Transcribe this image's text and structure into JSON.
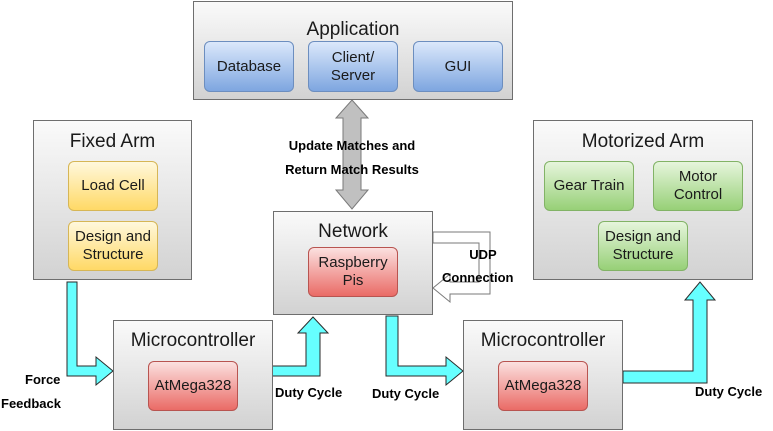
{
  "application": {
    "title": "Application",
    "items": [
      "Database",
      "Client/\nServer",
      "GUI"
    ]
  },
  "fixed_arm": {
    "title": "Fixed Arm",
    "items": [
      "Load Cell",
      "Design and\nStructure"
    ]
  },
  "network": {
    "title": "Network",
    "item": "Raspberry\nPis"
  },
  "motorized_arm": {
    "title": "Motorized Arm",
    "items": [
      "Gear Train",
      "Motor\nControl",
      "Design and\nStructure"
    ]
  },
  "microcontroller_left": {
    "title": "Microcontroller",
    "item": "AtMega328"
  },
  "microcontroller_right": {
    "title": "Microcontroller",
    "item": "AtMega328"
  },
  "labels": {
    "update_matches": "Update Matches and",
    "return_results": "Return Match Results",
    "udp": "UDP",
    "connection": "Connection",
    "force": "Force",
    "feedback": "Feedback",
    "duty_cycle_1": "Duty Cycle",
    "duty_cycle_2": "Duty Cycle",
    "duty_cycle_3": "Duty Cycle"
  },
  "colors": {
    "arrow_cyan": "#66ffff",
    "arrow_grey": "#c0c0c0",
    "box_border": "#6e6e6e"
  }
}
